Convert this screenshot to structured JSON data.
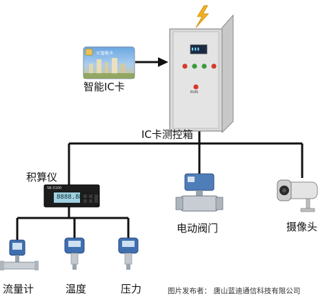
{
  "labels": {
    "ic_card": "智能IC卡",
    "ic_box": "IC卡测控箱",
    "integrator": "积算仪",
    "electric_valve": "电动阀门",
    "camera": "摄像头",
    "flowmeter": "流量计",
    "temperature": "温度",
    "pressure": "压力"
  },
  "card_text": "IC智能卡",
  "cabinet_button_label": "RUN",
  "integrator_display": "8888.88",
  "integrator_model": "SB-3100",
  "caption": "图片发布者：  唐山蓝迪通信科技有限公司",
  "colors": {
    "line": "#111111",
    "cabinet": "#d9d9d9",
    "led_red": "#d43a2a",
    "led_green": "#3a9b3a",
    "lightning": "#f2b01e",
    "valve_blue": "#4f7db8",
    "transmitter_blue": "#3f6fb0"
  }
}
